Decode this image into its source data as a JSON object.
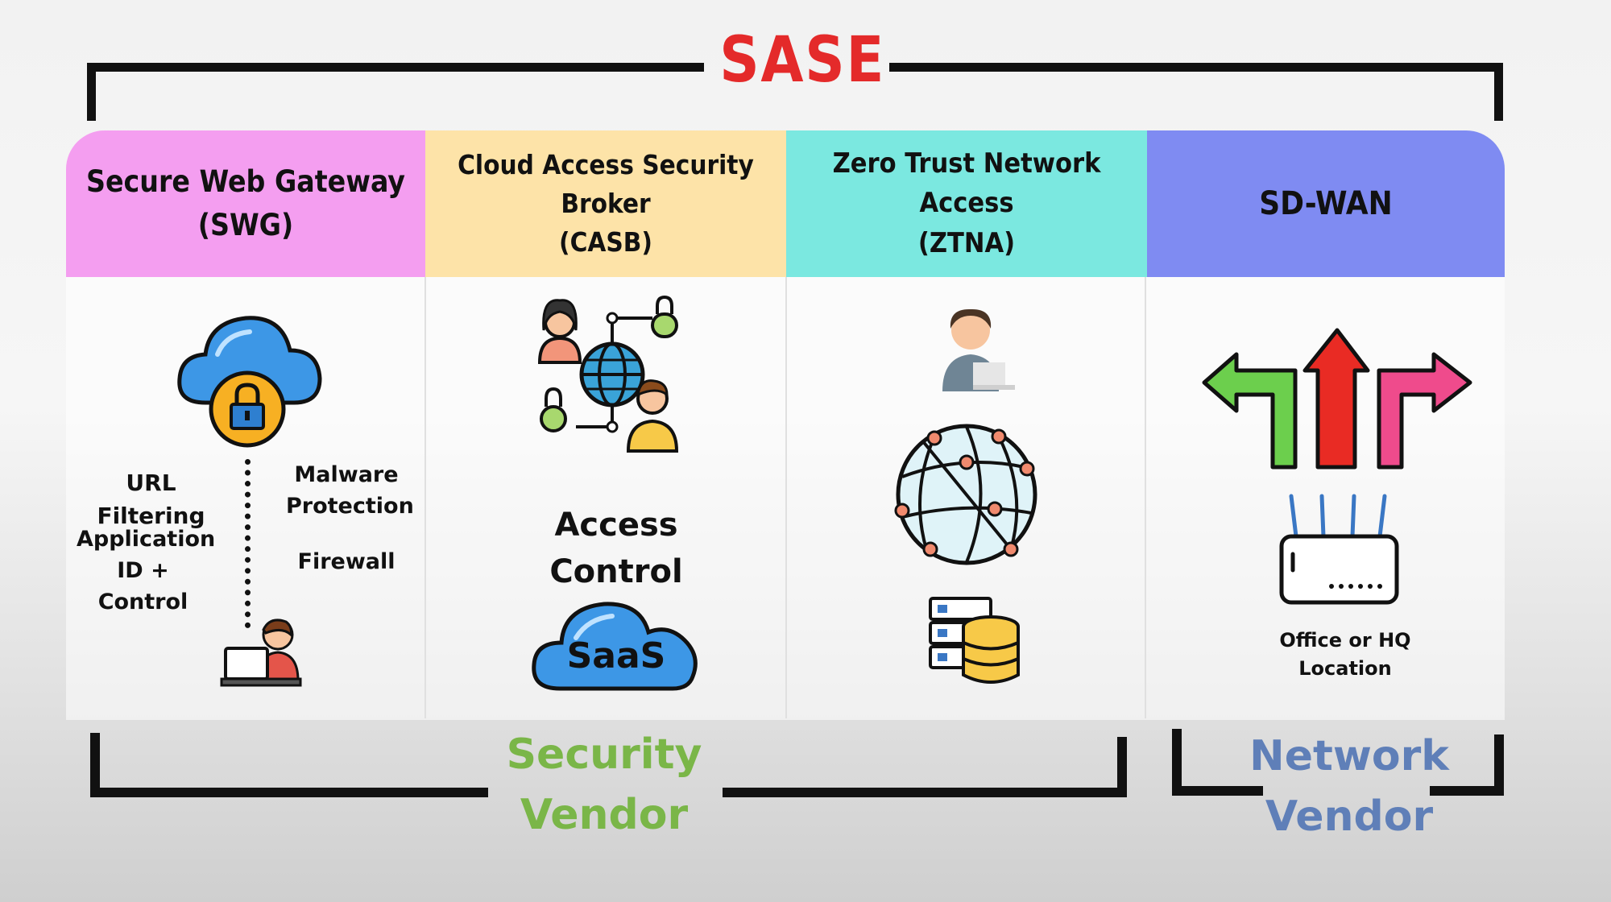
{
  "title": "SASE",
  "colors": {
    "title": "#e42a2a",
    "swg": "#f49ef0",
    "casb": "#fde3a8",
    "ztna": "#7be8e0",
    "sdwan": "#7f8bf2",
    "security_vendor": "#7ab648",
    "network_vendor": "#5f7fb8"
  },
  "columns": [
    {
      "line1": "Secure Web Gateway",
      "line2": "(SWG)"
    },
    {
      "line1": "Cloud Access Security Broker",
      "line2": "(CASB)"
    },
    {
      "line1": "Zero Trust Network Access",
      "line2": "(ZTNA)"
    },
    {
      "line1": "SD-WAN",
      "line2": ""
    }
  ],
  "swg": {
    "url_filtering": "URL Filtering",
    "malware_line1": "Malware",
    "malware_line2": "Protection",
    "app_line1": "Application",
    "app_line2": "ID + Control",
    "firewall": "Firewall"
  },
  "casb": {
    "access_control": "Access Control",
    "saas": "SaaS"
  },
  "sdwan": {
    "location_line1": "Office or HQ",
    "location_line2": "Location"
  },
  "vendors": {
    "security_line1": "Security",
    "security_line2": "Vendor",
    "network_line1": "Network",
    "network_line2": "Vendor"
  },
  "icons": [
    "cloud-lock-icon",
    "user-laptop-icon",
    "network-users-locks-icon",
    "saas-cloud-icon",
    "user-icon",
    "globe-network-icon",
    "server-database-icon",
    "direction-arrows-icon",
    "router-icon"
  ]
}
